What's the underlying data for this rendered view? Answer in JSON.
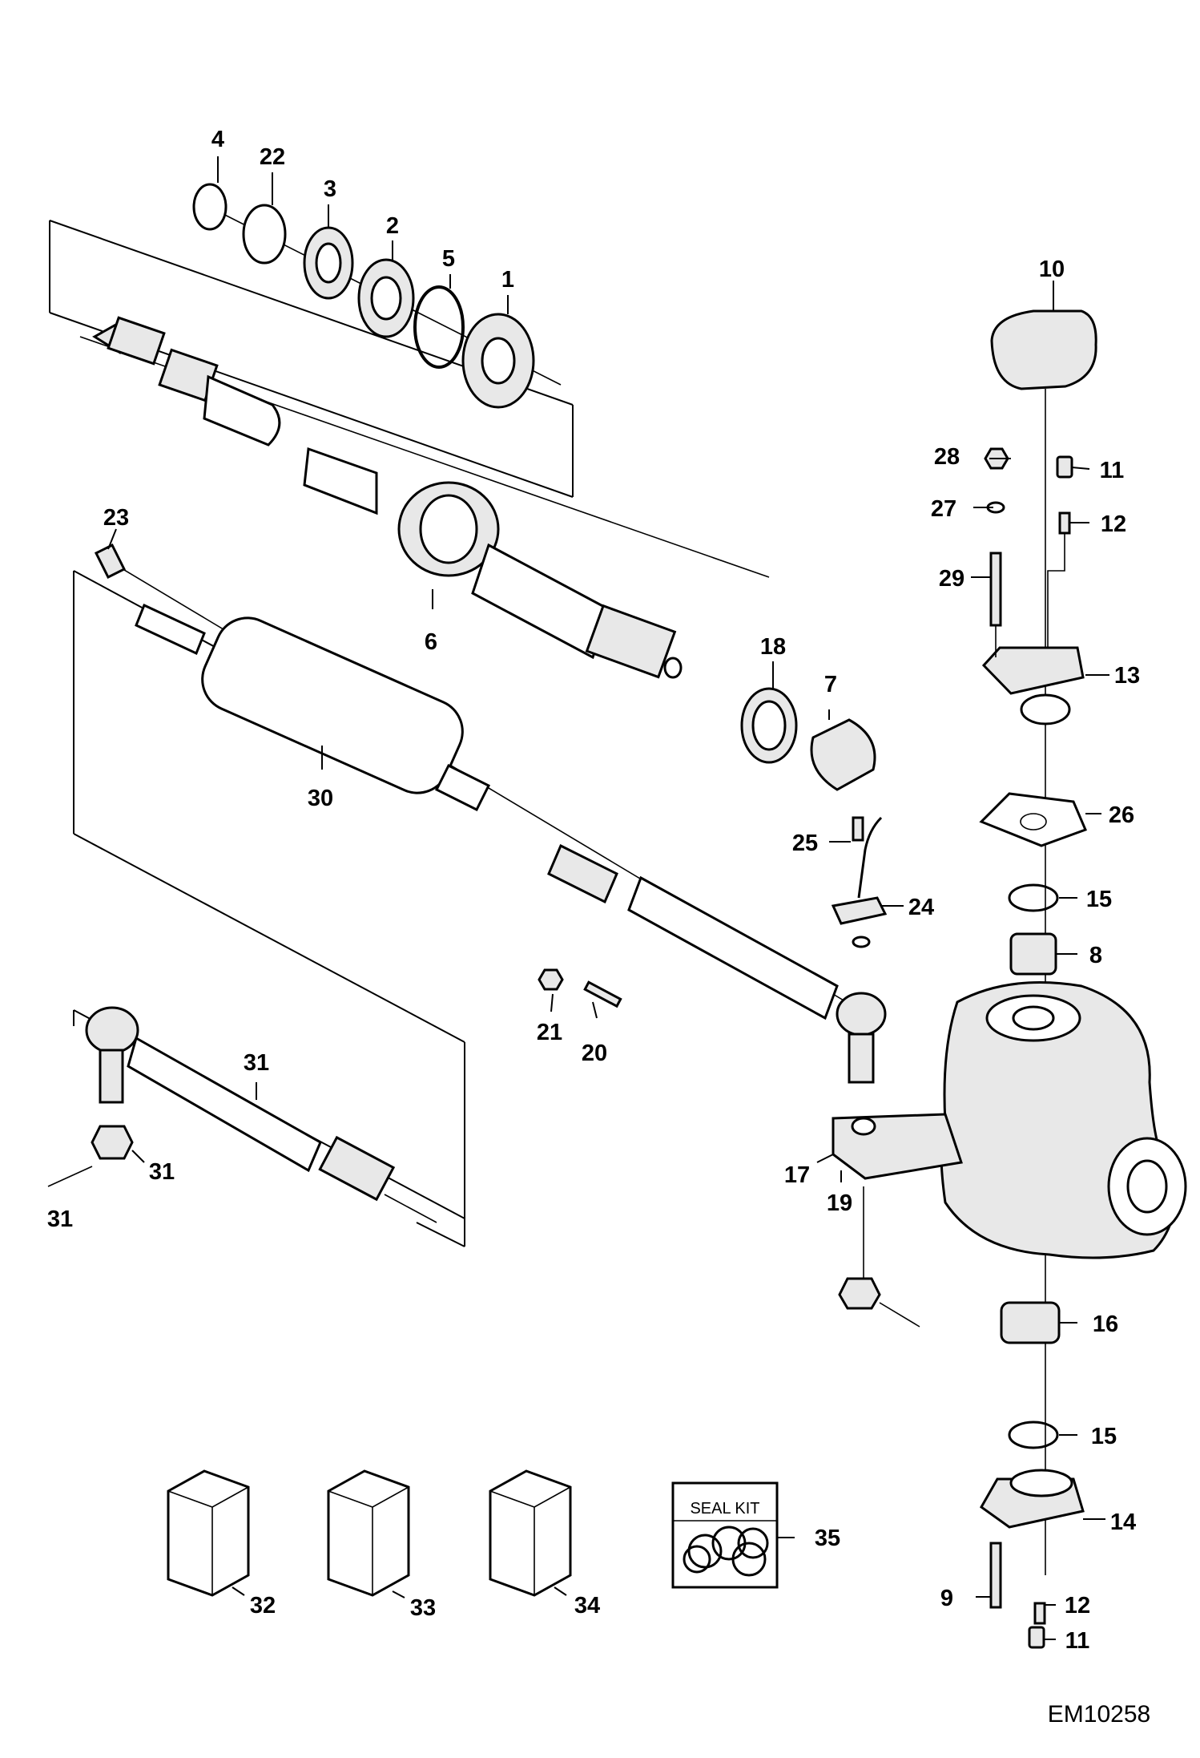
{
  "drawing": {
    "reference": "EM10258",
    "seal_kit_label": "SEAL KIT"
  },
  "callouts": [
    {
      "id": "c1",
      "label": "1"
    },
    {
      "id": "c2",
      "label": "2"
    },
    {
      "id": "c3",
      "label": "3"
    },
    {
      "id": "c4",
      "label": "4"
    },
    {
      "id": "c5",
      "label": "5"
    },
    {
      "id": "c22",
      "label": "22"
    },
    {
      "id": "c6",
      "label": "6"
    },
    {
      "id": "c7",
      "label": "7"
    },
    {
      "id": "c18",
      "label": "18"
    },
    {
      "id": "c23",
      "label": "23"
    },
    {
      "id": "c30",
      "label": "30"
    },
    {
      "id": "c10",
      "label": "10"
    },
    {
      "id": "c28",
      "label": "28"
    },
    {
      "id": "c27",
      "label": "27"
    },
    {
      "id": "c29",
      "label": "29"
    },
    {
      "id": "c11a",
      "label": "11"
    },
    {
      "id": "c12a",
      "label": "12"
    },
    {
      "id": "c13",
      "label": "13"
    },
    {
      "id": "c26",
      "label": "26"
    },
    {
      "id": "c25",
      "label": "25"
    },
    {
      "id": "c24",
      "label": "24"
    },
    {
      "id": "c15a",
      "label": "15"
    },
    {
      "id": "c8",
      "label": "8"
    },
    {
      "id": "c21",
      "label": "21"
    },
    {
      "id": "c20",
      "label": "20"
    },
    {
      "id": "c31a",
      "label": "31"
    },
    {
      "id": "c31b",
      "label": "31"
    },
    {
      "id": "c31c",
      "label": "31"
    },
    {
      "id": "c17",
      "label": "17"
    },
    {
      "id": "c19",
      "label": "19"
    },
    {
      "id": "c16",
      "label": "16"
    },
    {
      "id": "c15b",
      "label": "15"
    },
    {
      "id": "c14",
      "label": "14"
    },
    {
      "id": "c9",
      "label": "9"
    },
    {
      "id": "c12b",
      "label": "12"
    },
    {
      "id": "c11b",
      "label": "11"
    },
    {
      "id": "c32",
      "label": "32"
    },
    {
      "id": "c33",
      "label": "33"
    },
    {
      "id": "c34",
      "label": "34"
    },
    {
      "id": "c35",
      "label": "35"
    }
  ]
}
